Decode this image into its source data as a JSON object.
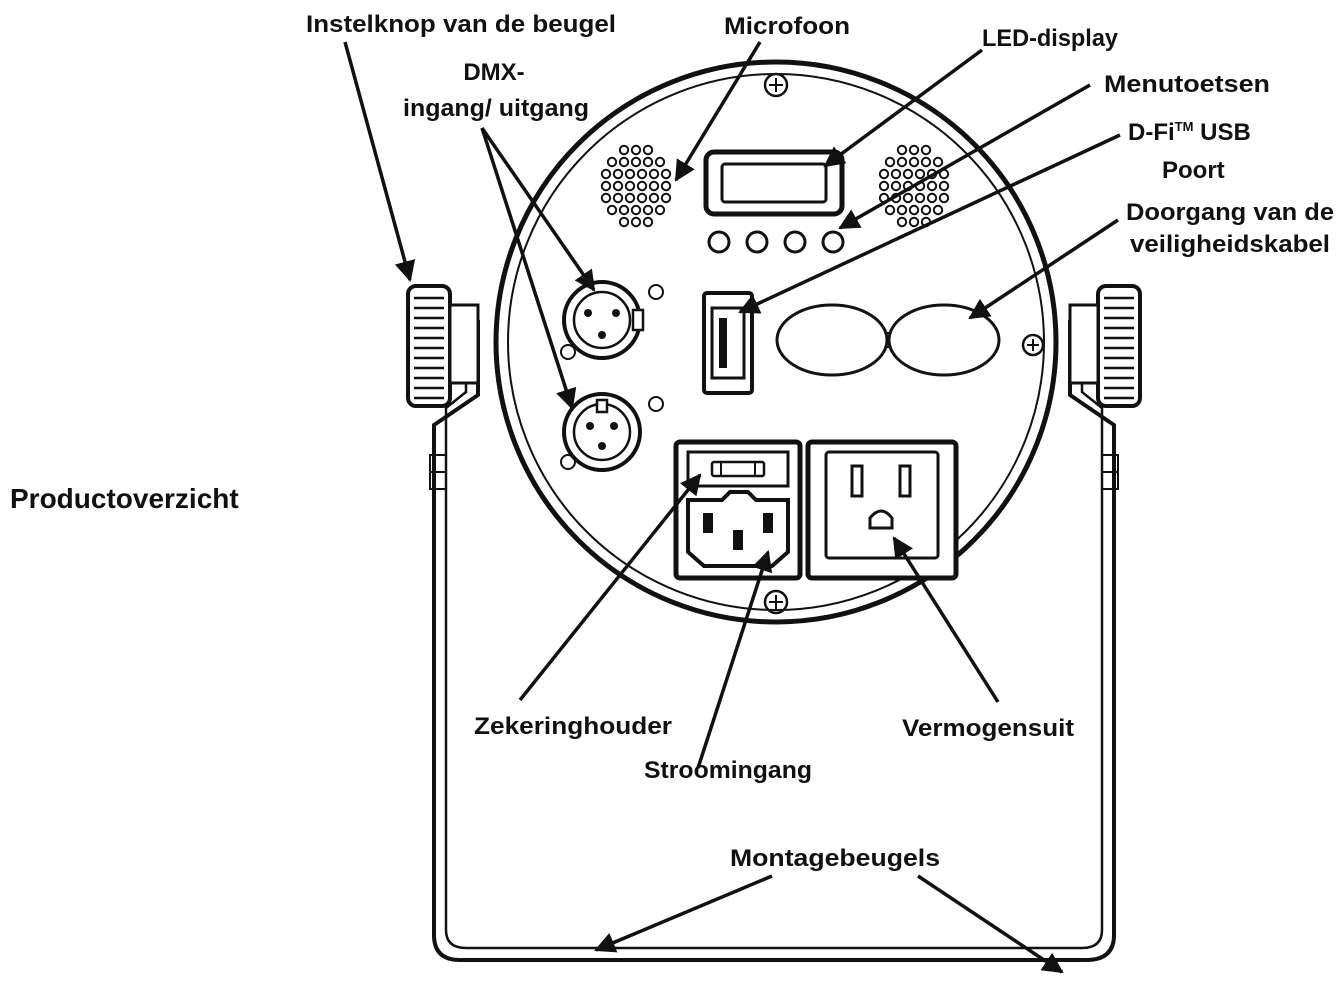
{
  "title": "Productoverzicht",
  "labels": {
    "adjust_knob": "Instelknop van de beugel",
    "dmx_line1": "DMX-",
    "dmx_line2": "ingang/ uitgang",
    "microphone": "Microfoon",
    "led_display": "LED-display",
    "menu_buttons": "Menutoetsen",
    "usb_line1_prefix": "D-Fi",
    "usb_line1_tm": "TM",
    "usb_line1_suffix": " USB",
    "usb_line2": "Poort",
    "safety_line1": "Doorgang van de",
    "safety_line2": "veiligheidskabel",
    "fuse_holder": "Zekeringhouder",
    "power_in": "Stroomingang",
    "power_out": "Vermogensuit",
    "brackets": "Montagebeugels"
  }
}
